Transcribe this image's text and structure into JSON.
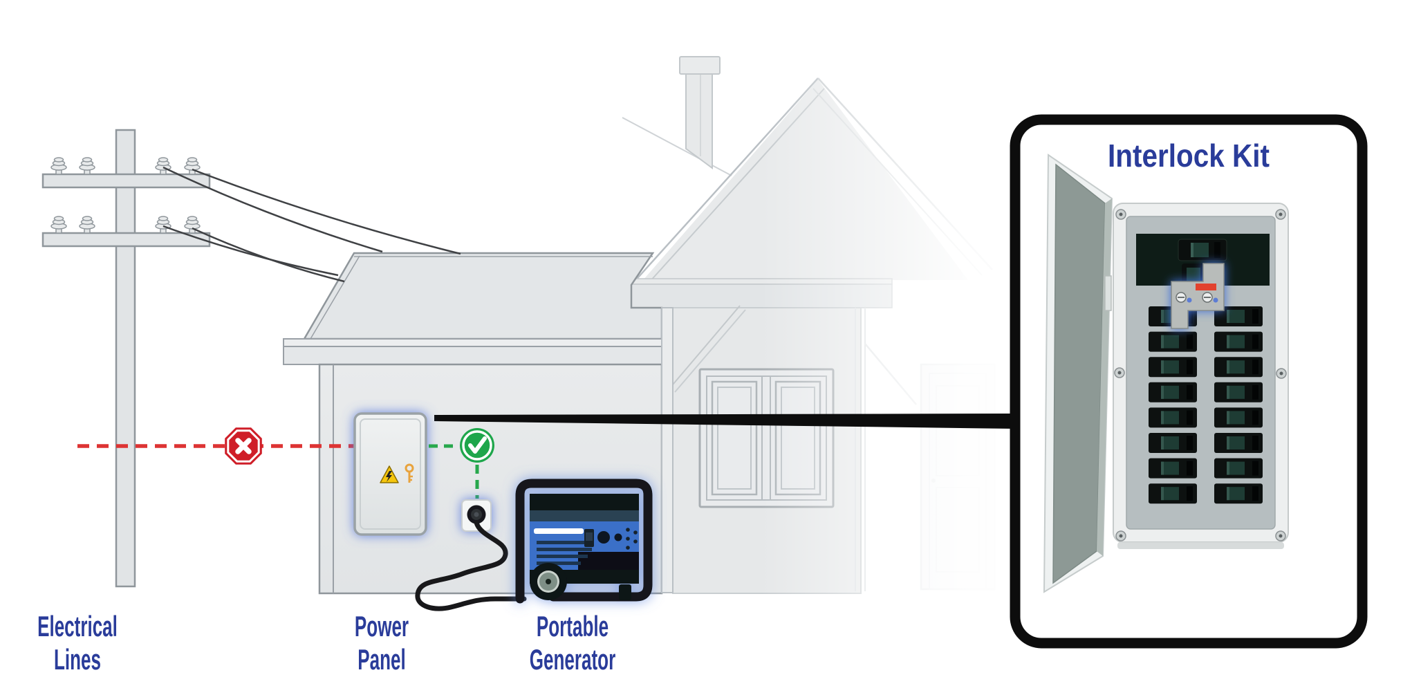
{
  "page": {
    "background": "#ffffff"
  },
  "labels": {
    "electrical_lines": "Electrical\nLines",
    "power_panel": "Power\nPanel",
    "portable_generator": "Portable\nGenerator"
  },
  "callout": {
    "title": "Interlock Kit"
  },
  "icons": {
    "stop_x_icon": "✕",
    "check_icon": "✓",
    "warning_triangle_icon": "⚠",
    "key_icon": "key"
  },
  "colors": {
    "label_blue": "#2a3c9a",
    "stop_red": "#cf1e28",
    "dash_red": "#dd3333",
    "check_green": "#1ea64b",
    "dash_green": "#27a84c",
    "generator_blue": "#3a6fc8",
    "interlock_red_stripe": "#e2432f",
    "glow_blue": "#5577dd",
    "callout_black": "#0d0d0d"
  },
  "panel_grid": {
    "breaker_rows": 8,
    "breaker_columns": 2
  }
}
